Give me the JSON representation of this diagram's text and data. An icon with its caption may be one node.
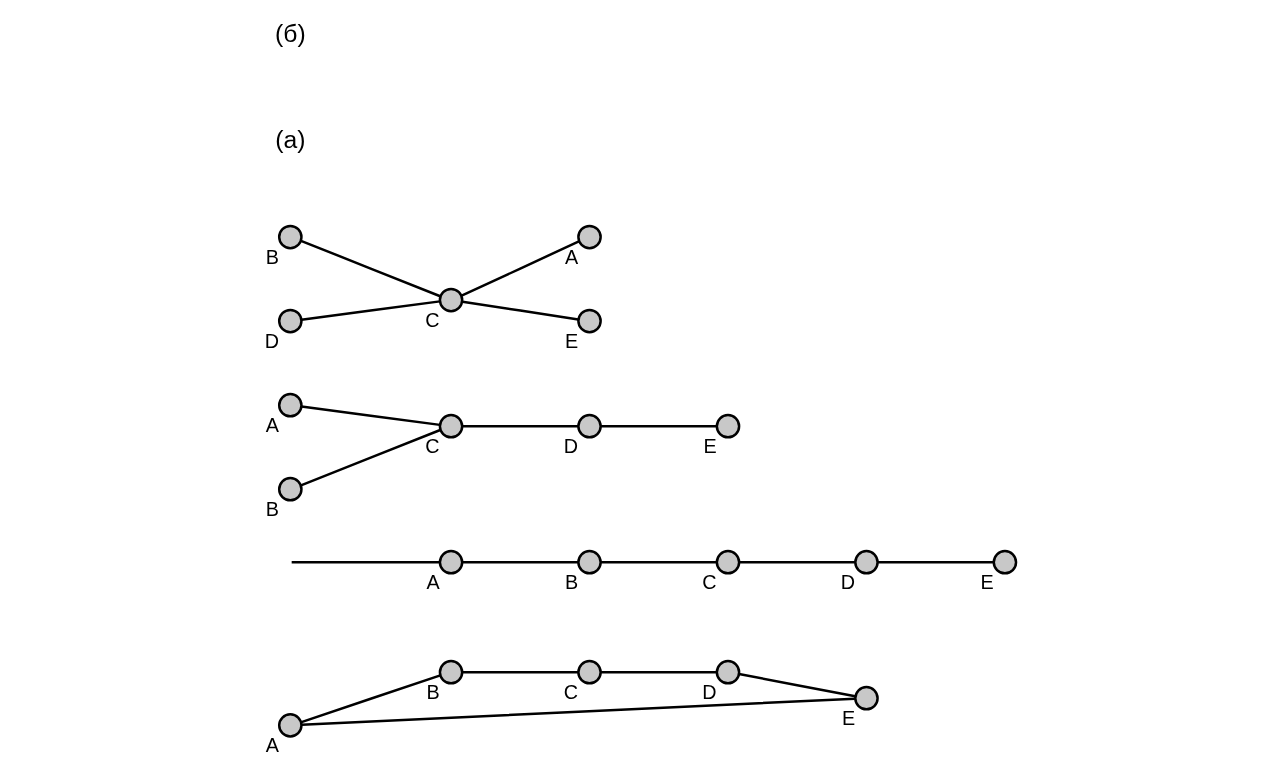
{
  "diagram": {
    "nodes": [
      {
        "text": [],
        "shape": "circle",
        "beside": [
          "A"
        ]
      },
      {
        "text": [],
        "shape": "circle",
        "beside": [
          "B"
        ]
      },
      {
        "text": [],
        "shape": "circle",
        "beside": [
          "C"
        ]
      },
      {
        "text": [],
        "shape": "circle",
        "beside": [
          "D"
        ]
      },
      {
        "text": [],
        "shape": "circle",
        "beside": [
          "E"
        ]
      },
      {
        "text": [],
        "shape": "circle",
        "beside": [
          "A"
        ]
      },
      {
        "text": [],
        "shape": "circle",
        "beside": [
          "B"
        ]
      },
      {
        "text": [],
        "shape": "circle",
        "beside": [
          "C"
        ]
      },
      {
        "text": [],
        "shape": "circle",
        "beside": [
          "D"
        ]
      },
      {
        "text": [],
        "shape": "circle",
        "beside": [
          "E"
        ]
      },
      {
        "text": [],
        "shape": "circle",
        "beside": [
          "A"
        ]
      },
      {
        "text": [],
        "shape": "circle",
        "beside": [
          "B"
        ]
      },
      {
        "text": [],
        "shape": "circle",
        "beside": [
          "C"
        ]
      },
      {
        "text": [],
        "shape": "circle",
        "beside": [
          "D"
        ]
      },
      {
        "text": [],
        "shape": "circle",
        "beside": [
          "E"
        ]
      },
      {
        "text": [],
        "shape": "circle",
        "beside": [
          "B"
        ]
      },
      {
        "text": [],
        "shape": "circle",
        "beside": [
          "D"
        ]
      },
      {
        "text": [],
        "shape": "circle",
        "beside": [
          "C"
        ]
      },
      {
        "text": [],
        "shape": "circle",
        "beside": [
          "A"
        ]
      },
      {
        "text": [],
        "shape": "circle",
        "beside": [
          "E"
        ]
      }
    ],
    "edges": [
      {
        "from": 0,
        "to": 1,
        "arrow": "none"
      },
      {
        "from": 1,
        "to": 2,
        "arrow": "none"
      },
      {
        "from": 2,
        "to": 3,
        "arrow": "none"
      },
      {
        "from": 3,
        "to": 4,
        "arrow": "none"
      },
      {
        "from": 4,
        "to": 0,
        "arrow": "none"
      },
      {
        "from": null,
        "to": 5,
        "arrow": "none"
      },
      {
        "from": 5,
        "to": 6,
        "arrow": "none"
      },
      {
        "from": 6,
        "to": 7,
        "arrow": "none"
      },
      {
        "from": 7,
        "to": 8,
        "arrow": "none"
      },
      {
        "from": 8,
        "to": 9,
        "arrow": "none"
      },
      {
        "from": 10,
        "to": 12,
        "arrow": "none"
      },
      {
        "from": 11,
        "to": 12,
        "arrow": "none"
      },
      {
        "from": 12,
        "to": 13,
        "arrow": "none"
      },
      {
        "from": 13,
        "to": 14,
        "arrow": "none"
      },
      {
        "from": 15,
        "to": 17,
        "arrow": "none"
      },
      {
        "from": 16,
        "to": 17,
        "arrow": "none"
      },
      {
        "from": 17,
        "to": 18,
        "arrow": "none"
      },
      {
        "from": 17,
        "to": 19,
        "arrow": "none"
      }
    ],
    "labels": [
      "(a)",
      "(б)"
    ]
  }
}
